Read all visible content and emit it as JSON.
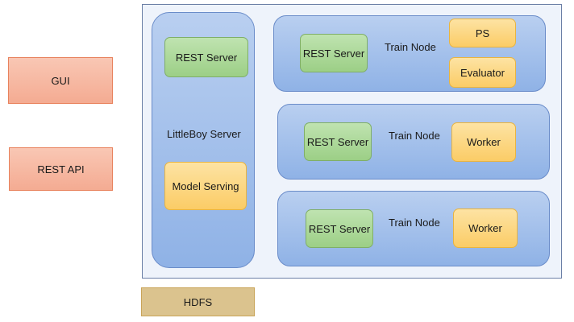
{
  "clients": {
    "gui_label": "GUI",
    "rest_api_label": "REST API"
  },
  "storage": {
    "hdfs_label": "HDFS"
  },
  "server": {
    "title": "LittleBoy Server",
    "rest_server_label": "REST Server",
    "model_serving_label": "Model Serving"
  },
  "train_nodes": [
    {
      "title": "Train Node",
      "rest_server_label": "REST Server",
      "roles": [
        "PS",
        "Evaluator"
      ]
    },
    {
      "title": "Train Node",
      "rest_server_label": "REST Server",
      "roles": [
        "Worker"
      ]
    },
    {
      "title": "Train Node",
      "rest_server_label": "REST Server",
      "roles": [
        "Worker"
      ]
    }
  ]
}
